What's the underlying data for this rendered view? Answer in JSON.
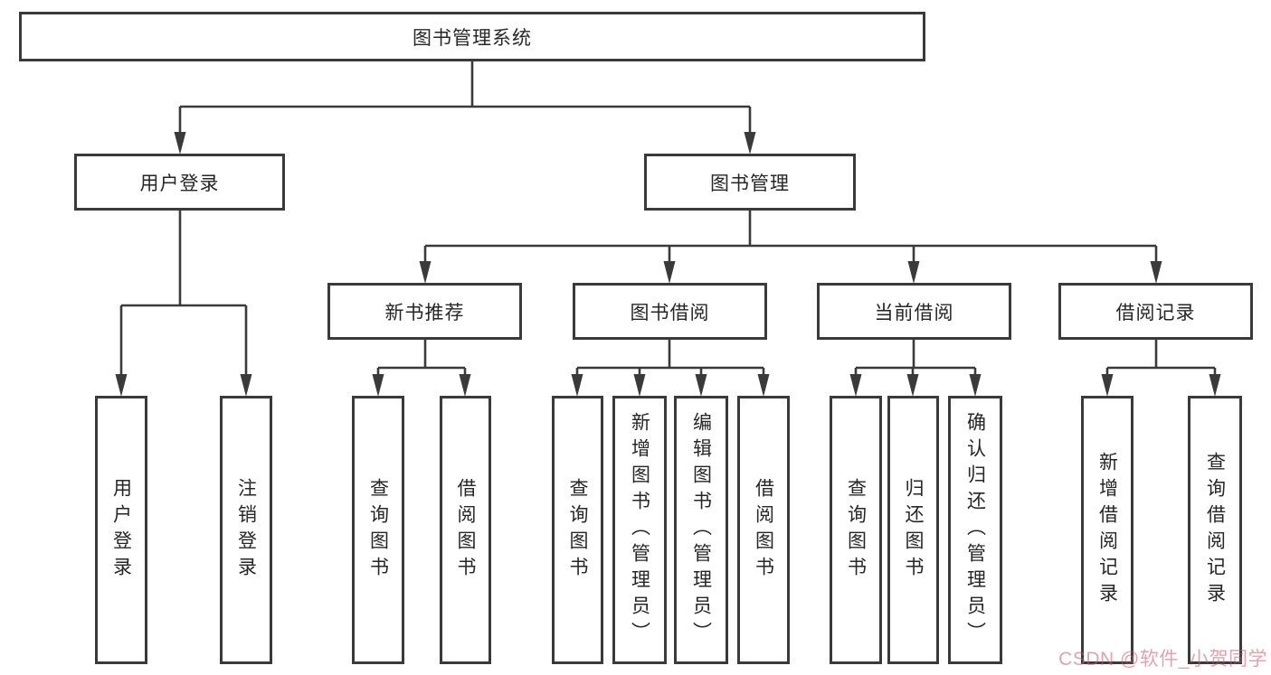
{
  "root": {
    "label": "图书管理系统"
  },
  "branches": {
    "user_login": {
      "label": "用户登录",
      "children": [
        {
          "label": "用户登录"
        },
        {
          "label": "注销登录"
        }
      ]
    },
    "book_mgmt": {
      "label": "图书管理",
      "groups": [
        {
          "label": "新书推荐",
          "children": [
            {
              "label": "查询图书"
            },
            {
              "label": "借阅图书"
            }
          ]
        },
        {
          "label": "图书借阅",
          "children": [
            {
              "label": "查询图书"
            },
            {
              "label": "新增图书（管理员）"
            },
            {
              "label": "编辑图书（管理员）"
            },
            {
              "label": "借阅图书"
            }
          ]
        },
        {
          "label": "当前借阅",
          "children": [
            {
              "label": "查询图书"
            },
            {
              "label": "归还图书"
            },
            {
              "label": "确认归还（管理员）"
            }
          ]
        },
        {
          "label": "借阅记录",
          "children": [
            {
              "label": "新增借阅记录"
            },
            {
              "label": "查询借阅记录"
            }
          ]
        }
      ]
    }
  },
  "watermark": {
    "text": "CSDN @软件_小贺同学",
    "color": "#cb5765"
  },
  "colors": {
    "line": "#3a3a3a",
    "box_border": "#3a3a3a",
    "background": "#ffffff",
    "text": "#262626"
  }
}
